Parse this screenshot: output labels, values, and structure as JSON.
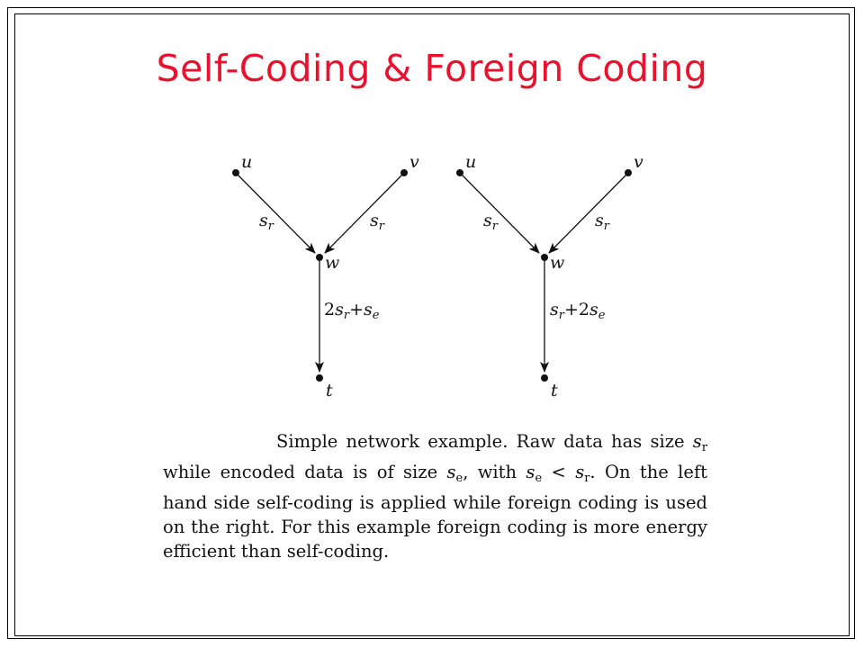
{
  "title": "Self-Coding & Foreign Coding",
  "diagrams": [
    {
      "nodes": {
        "u": "u",
        "v": "v",
        "w": "w",
        "t": "t"
      },
      "edge_uw": {
        "main": "s",
        "sub": "r"
      },
      "edge_vw": {
        "main": "s",
        "sub": "r"
      },
      "edge_wt": {
        "coef_a": "2",
        "var_a": "s",
        "sub_a": "r",
        "op": "+",
        "coef_b": "",
        "var_b": "s",
        "sub_b": "e"
      }
    },
    {
      "nodes": {
        "u": "u",
        "v": "v",
        "w": "w",
        "t": "t"
      },
      "edge_uw": {
        "main": "s",
        "sub": "r"
      },
      "edge_vw": {
        "main": "s",
        "sub": "r"
      },
      "edge_wt": {
        "coef_a": "",
        "var_a": "s",
        "sub_a": "r",
        "op": "+",
        "coef_b": "2",
        "var_b": "s",
        "sub_b": "e"
      }
    }
  ],
  "caption": {
    "line1": "Simple network example. Raw data has",
    "line2a": "size ",
    "var1": "s",
    "sub1": "r",
    "line2b": " while encoded data is of size ",
    "var2": "s",
    "sub2": "e",
    "line2c": ", with ",
    "var3": "s",
    "sub3": "e",
    "lt": " < ",
    "var4": "s",
    "sub4": "r",
    "line2d": ".",
    "rest": "On the left hand side self-coding is applied while foreign coding is used on the right. For this example foreign coding is more energy efficient than self-coding."
  }
}
